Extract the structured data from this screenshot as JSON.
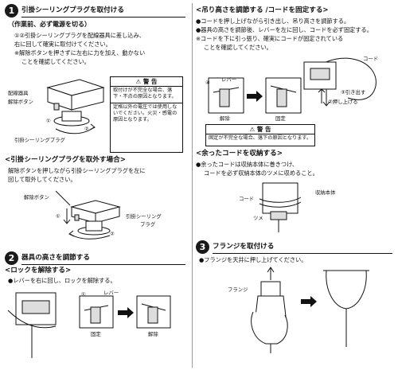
{
  "s1": {
    "num": "1",
    "title": "引掛シーリングプラグを取付ける",
    "subtitle": "（作業前、必ず電源を切る）",
    "body1": "①②引掛シーリングプラグを配線器具に差し込み、",
    "body2": "右に回して確実に取付けてください。",
    "body3": "※解除ボタンを押さずに左右に力を加え、動かない",
    "body4": "ことを確認してください。",
    "lbl_fixture": "配線器具",
    "lbl_release": "解除ボタン",
    "lbl_plug": "引掛シーリングプラグ",
    "m1": "①",
    "m2": "②",
    "warn1_title": "警 告",
    "warn1_body": "取付けが不完全な場合、落下・不点の原因となります。",
    "warn2_body": "定格以外の電圧では使用しないでください。火災・感電の原因となります。"
  },
  "remove": {
    "title": "<引掛シーリングプラグを取外す場合>",
    "body1": "解除ボタンを押しながら引掛シーリングプラグを左に",
    "body2": "回して取外してください。",
    "lbl_release": "解除ボタン",
    "lbl_plug1": "引掛シーリング",
    "lbl_plug2": "プラグ",
    "m1": "①",
    "m2": "②"
  },
  "s2": {
    "num": "2",
    "title": "器具の高さを調節する",
    "sub": "<ロックを解除する>",
    "body": "●レバーを右に回し、ロックを解除する。",
    "lbl_lever": "レバー",
    "lbl_fixed": "固定",
    "lbl_release": "解除",
    "m1": "①"
  },
  "r1": {
    "title": "<吊り高さを調節する /コードを固定する>",
    "b1": "●コードを押し上げながら引き出し、吊り高さを調節する。",
    "b2": "●器具の高さを調節後、レバーを左に回し、コードを必ず固定する。",
    "b3": "※コードを下に引っ張り、確実にコードが固定されている",
    "b4": "ことを確認してください。",
    "lbl_cord": "コード",
    "lbl_pull": "③引き出す",
    "lbl_push": "②押し上げる",
    "lbl_lever": "レバー",
    "lbl_release": "解除",
    "lbl_fixed": "固定",
    "m4": "④",
    "warn_title": "警 告",
    "warn_body": "固定が不完全な場合、落下の原因となります。"
  },
  "r2": {
    "title": "<余ったコードを収納する>",
    "b1": "●余ったコードは収納本体に巻きつけ、",
    "b2": "コードを必ず収納本体のツメに収めること。",
    "lbl_body": "収納本体",
    "lbl_cord": "コード",
    "lbl_tab": "ツメ"
  },
  "s3": {
    "num": "3",
    "title": "フランジを取付ける",
    "body": "●フランジを天井に押し上げてください。",
    "lbl_flange": "フランジ"
  }
}
